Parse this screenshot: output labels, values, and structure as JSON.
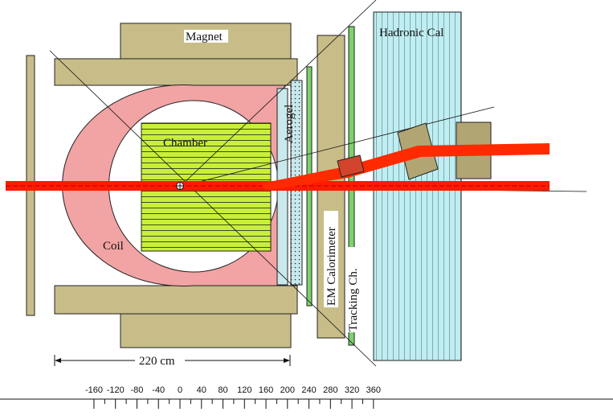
{
  "labels": {
    "magnet": "Magnet",
    "chamber": "Chamber",
    "aerogel": "Aerogel",
    "coil": "Coil",
    "em_calorimeter": "EM Calorimeter",
    "tracking_ch": "Tracking Ch.",
    "hadronic_cal": "Hadronic Cal",
    "dimension": "220 cm"
  },
  "axis": {
    "ticks": [
      "-160",
      "-120",
      "-80",
      "-40",
      "0",
      "40",
      "80",
      "120",
      "160",
      "200",
      "240",
      "280",
      "320",
      "360"
    ]
  },
  "colors": {
    "magnet": "#c8bd88",
    "coil": "#f2a3a3",
    "chamber": "#c8f03a",
    "aerogel": "#c9e9ec",
    "hadronic": "#bfeef2",
    "beam": "#ff1a00",
    "tracking": "#7bd36a"
  }
}
